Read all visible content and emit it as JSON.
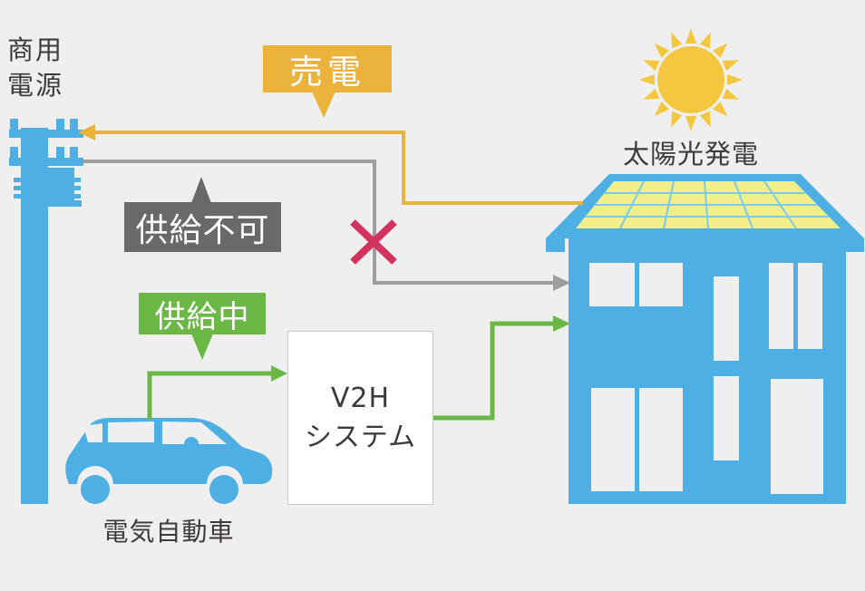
{
  "background_color": "#efefef",
  "colors": {
    "blue": "#4dafe3",
    "panel_yellow": "#f2ef8b",
    "panel_grid": "#7dcbe6",
    "sun_yellow": "#f5c63f",
    "sell_orange": "#ebb23c",
    "supply_green": "#6cb847",
    "badge_gray": "#6a6968",
    "line_gray": "#9e9ea0",
    "x_red": "#d5335f",
    "text_dark": "#3e3a39"
  },
  "pole": {
    "label_line1": "商用",
    "label_line2": "電源"
  },
  "badges": {
    "sell": "売電",
    "no_supply": "供給不可",
    "supplying": "供給中"
  },
  "solar": {
    "label": "太陽光発電"
  },
  "v2h": {
    "line1": "V2H",
    "line2": "システム"
  },
  "ev": {
    "label": "電気自動車"
  },
  "icons": {
    "sun": "sun-icon",
    "utility_pole": "utility-pole-icon",
    "house": "house-icon",
    "solar_panel": "solar-panel-icon",
    "car": "electric-car-icon",
    "x_mark": "x-mark-icon"
  }
}
